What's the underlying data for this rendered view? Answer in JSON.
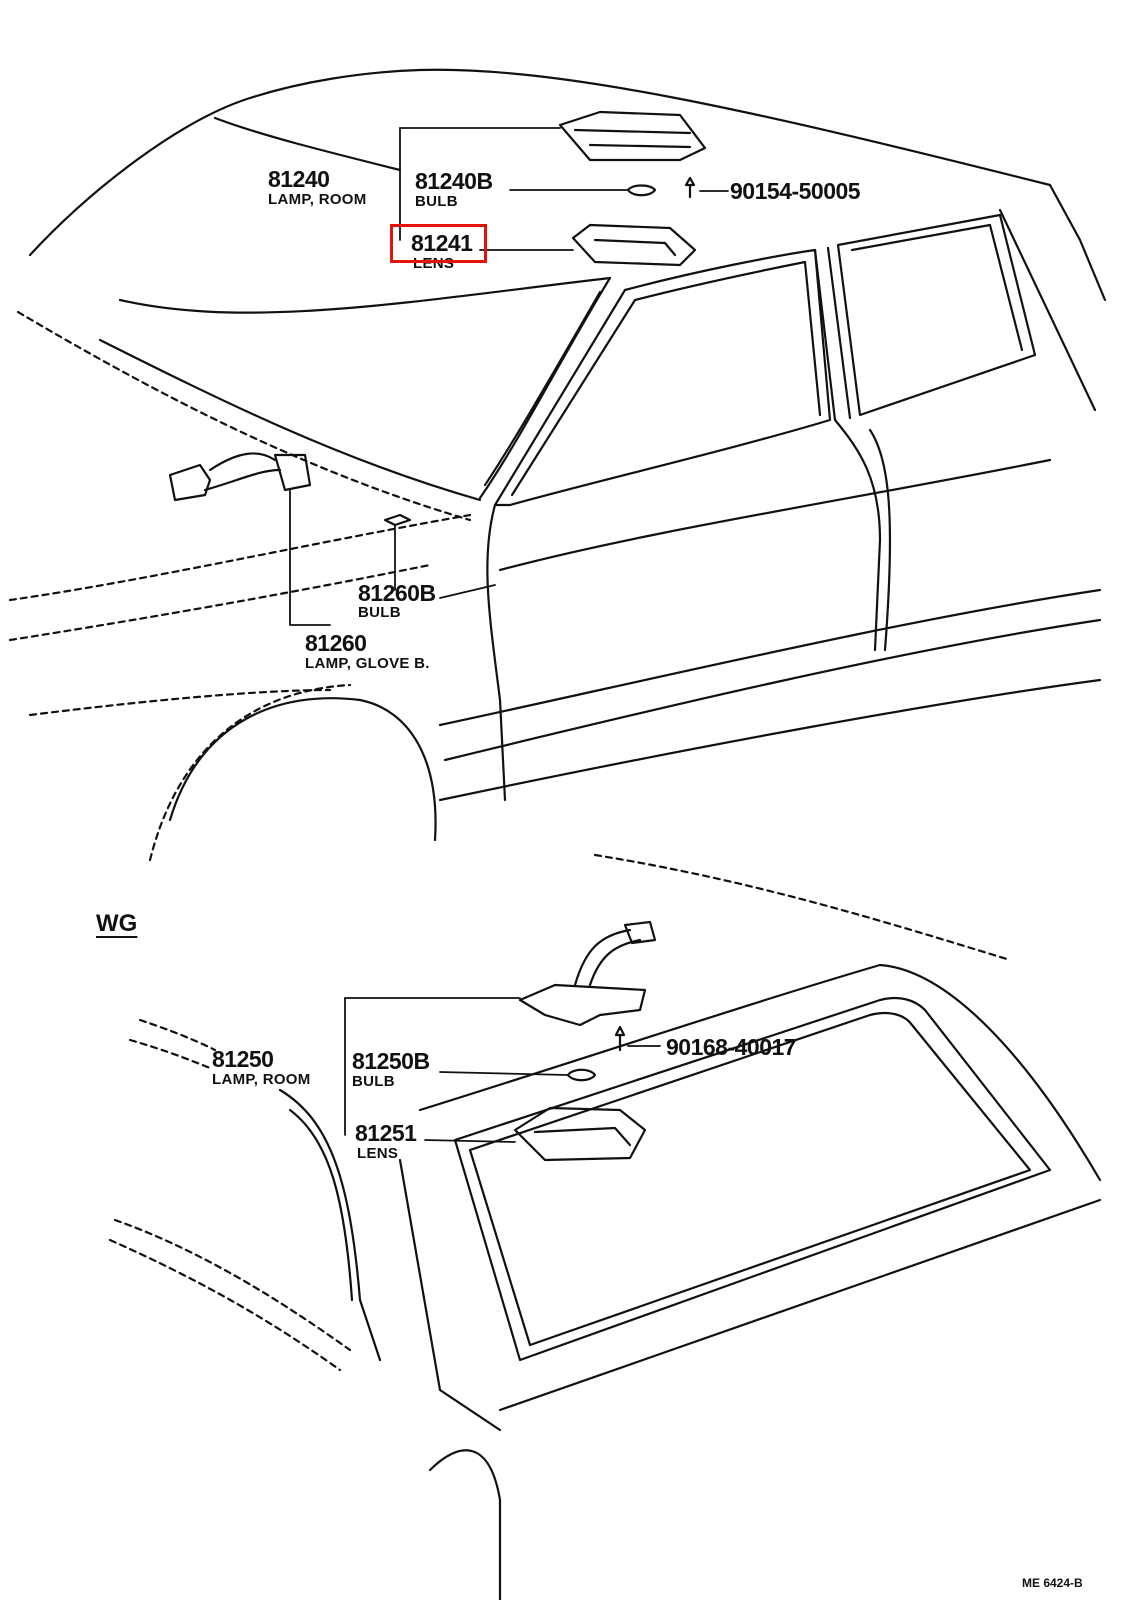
{
  "diagram": {
    "sedan_parts": [
      {
        "id": "81240",
        "name": "LAMP, ROOM"
      },
      {
        "id": "81240B",
        "name": "BULB"
      },
      {
        "id": "90154-50005",
        "name": ""
      },
      {
        "id": "81241",
        "name": "LENS",
        "highlighted": true
      },
      {
        "id": "81260B",
        "name": "BULB"
      },
      {
        "id": "81260",
        "name": "LAMP, GLOVE B."
      }
    ],
    "wagon_section": {
      "title": "WG",
      "parts": [
        {
          "id": "81250",
          "name": "LAMP, ROOM"
        },
        {
          "id": "81250B",
          "name": "BULB"
        },
        {
          "id": "90168-40017",
          "name": ""
        },
        {
          "id": "81251",
          "name": "LENS"
        }
      ]
    },
    "figure_code": "ME 6424-B",
    "highlight_color": "#e3120b",
    "line_color": "#111111"
  }
}
